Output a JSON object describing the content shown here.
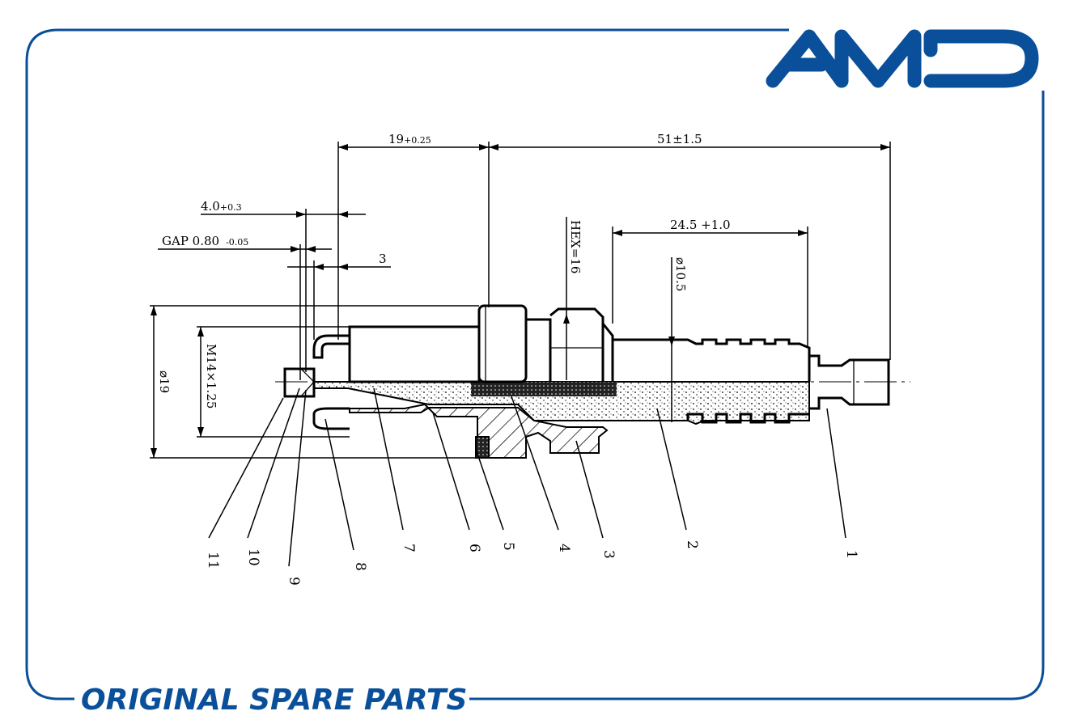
{
  "brand": {
    "logo_text": "AMD",
    "tagline": "ORIGINAL SPARE PARTS",
    "color": "#0a4f9a"
  },
  "dimensions": {
    "shell_length": "19",
    "shell_length_tol": "+0.25",
    "overall_length": "51±1.5",
    "electrode_projection": "4.0",
    "electrode_projection_tol": "+0.3",
    "gap": "GAP 0.80",
    "gap_tol": "-0.05",
    "three": "3",
    "hex": "HEX=16",
    "insulator_length": "24.5 +1.0",
    "insulator_diameter": "⌀10.5",
    "seat_diameter": "⌀19",
    "thread": "M14×1.25"
  },
  "part_labels": [
    "1",
    "2",
    "3",
    "4",
    "5",
    "6",
    "7",
    "8",
    "9",
    "10",
    "11"
  ]
}
